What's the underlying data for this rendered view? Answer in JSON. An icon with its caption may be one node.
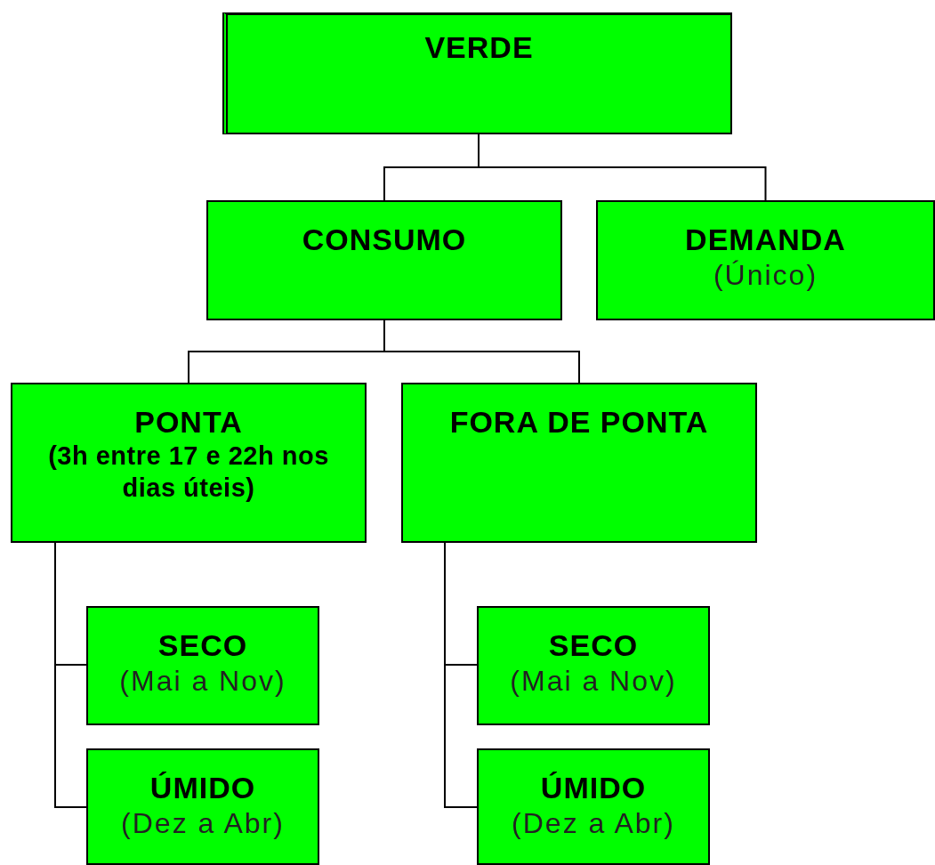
{
  "diagram": {
    "nodes": [
      {
        "text": [
          "VERDE"
        ]
      },
      {
        "text": [
          "CONSUMO"
        ]
      },
      {
        "text": [
          "DEMANDA",
          "(Único)"
        ]
      },
      {
        "text": [
          "PONTA",
          "(3h entre 17 e 22h nos dias úteis)"
        ]
      },
      {
        "text": [
          "FORA DE PONTA"
        ]
      },
      {
        "text": [
          "SECO",
          "(Mai a Nov)"
        ]
      },
      {
        "text": [
          "ÚMIDO",
          "(Dez a Abr)"
        ]
      },
      {
        "text": [
          "SECO",
          "(Mai a Nov)"
        ]
      },
      {
        "text": [
          "ÚMIDO",
          "(Dez a Abr)"
        ]
      }
    ],
    "edges": [
      {
        "from": 0,
        "to": 1,
        "arrow": "none"
      },
      {
        "from": 0,
        "to": 2,
        "arrow": "none"
      },
      {
        "from": 1,
        "to": 3,
        "arrow": "none"
      },
      {
        "from": 1,
        "to": 4,
        "arrow": "none"
      },
      {
        "from": 3,
        "to": 5,
        "arrow": "none"
      },
      {
        "from": 3,
        "to": 6,
        "arrow": "none"
      },
      {
        "from": 4,
        "to": 7,
        "arrow": "none"
      },
      {
        "from": 4,
        "to": 8,
        "arrow": "none"
      }
    ]
  }
}
